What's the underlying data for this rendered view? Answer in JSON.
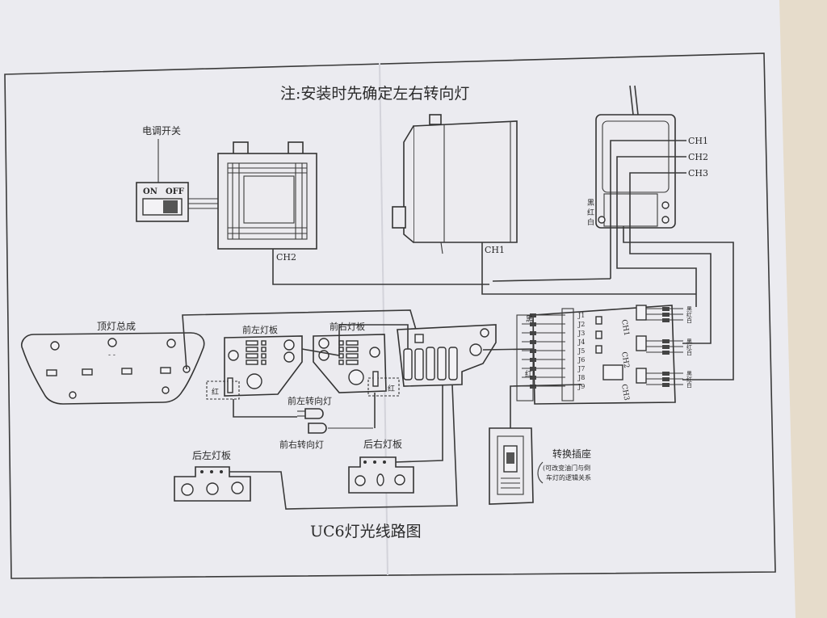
{
  "diagram": {
    "note": "注:安装时先确定左右转向灯",
    "title": "UC6灯光线路图",
    "esc_switch": {
      "label": "电调开关",
      "on": "ON",
      "off": "OFF"
    },
    "receiver": {
      "channels": [
        "CH1",
        "CH2",
        "CH3"
      ],
      "wire_colors": [
        "黑",
        "红",
        "白"
      ]
    },
    "servo_ch2": "CH2",
    "servo_ch1": "CH1",
    "roof_assembly": "顶灯总成",
    "front_left_board": "前左灯板",
    "front_right_board": "前右灯板",
    "front_left_turn": "前左转向灯",
    "front_right_turn": "前右转向灯",
    "rear_left_board": "后左灯板",
    "rear_right_board": "后右灯板",
    "red_mark": "红",
    "controller": {
      "pins": [
        "J1",
        "J2",
        "J3",
        "J4",
        "J5",
        "J6",
        "J7",
        "J8",
        "J9"
      ],
      "headers": [
        "CH1",
        "CH2",
        "CH3"
      ],
      "wire_colors": [
        "黑",
        "红",
        "白"
      ],
      "red_mark": "红"
    },
    "switch_socket": {
      "label": "转换插座",
      "note_line1": "(可改变油门与倒",
      "note_line2": "车灯的逻辑关系"
    }
  }
}
